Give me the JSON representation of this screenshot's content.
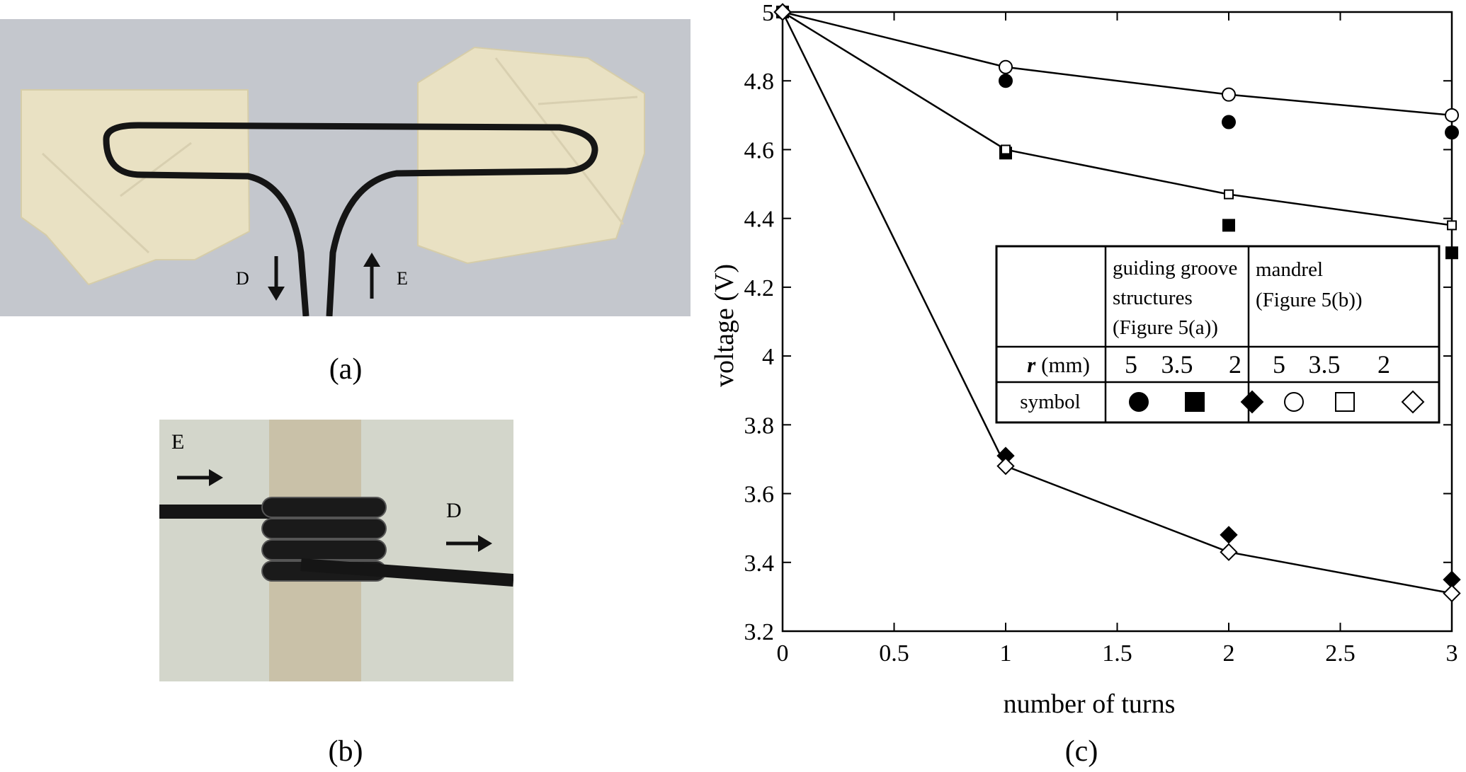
{
  "panels": {
    "a": {
      "label": "(a)",
      "marker_d": "D",
      "marker_e": "E"
    },
    "b": {
      "label": "(b)",
      "marker_e": "E",
      "marker_d": "D"
    },
    "c": {
      "label": "(c)"
    }
  },
  "chart_data": {
    "type": "scatter",
    "xlabel": "number of turns",
    "ylabel": "voltage (V)",
    "xlim": [
      0,
      3
    ],
    "ylim": [
      3.2,
      5
    ],
    "x_ticks": [
      "0",
      "0.5",
      "1",
      "1.5",
      "2",
      "2.5",
      "3"
    ],
    "y_ticks": [
      "3.2",
      "3.4",
      "3.6",
      "3.8",
      "4",
      "4.2",
      "4.4",
      "4.6",
      "4.8",
      "5"
    ],
    "x": [
      0,
      1,
      2,
      3
    ],
    "grid": false,
    "series": [
      {
        "name": "guiding groove structures r=5 mm",
        "marker": "filled-circle",
        "values": [
          5.0,
          4.8,
          4.68,
          4.65
        ]
      },
      {
        "name": "guiding groove structures r=3.5 mm",
        "marker": "filled-square",
        "values": [
          5.0,
          4.59,
          4.38,
          4.3
        ]
      },
      {
        "name": "guiding groove structures r=2 mm",
        "marker": "filled-diamond",
        "values": [
          5.0,
          3.71,
          3.48,
          3.35
        ]
      },
      {
        "name": "mandrel r=5 mm",
        "marker": "open-circle",
        "line": true,
        "values": [
          5.0,
          4.84,
          4.76,
          4.7
        ]
      },
      {
        "name": "mandrel r=3.5 mm",
        "marker": "open-square",
        "line": true,
        "values": [
          5.0,
          4.6,
          4.47,
          4.38
        ]
      },
      {
        "name": "mandrel r=2 mm",
        "marker": "open-diamond",
        "line": true,
        "values": [
          5.0,
          3.68,
          3.43,
          3.31
        ]
      }
    ],
    "legend_table": {
      "placement": "center-right",
      "groove_header": [
        "guiding groove",
        "structures",
        "(Figure 5(a))"
      ],
      "mandrel_header": [
        "mandrel",
        "(Figure 5(b))"
      ],
      "r_label": "r",
      "r_unit": " (mm)",
      "r_values": [
        "5",
        "3.5",
        "2",
        "5",
        "3.5",
        "2"
      ],
      "symbol_label": "symbol"
    }
  }
}
